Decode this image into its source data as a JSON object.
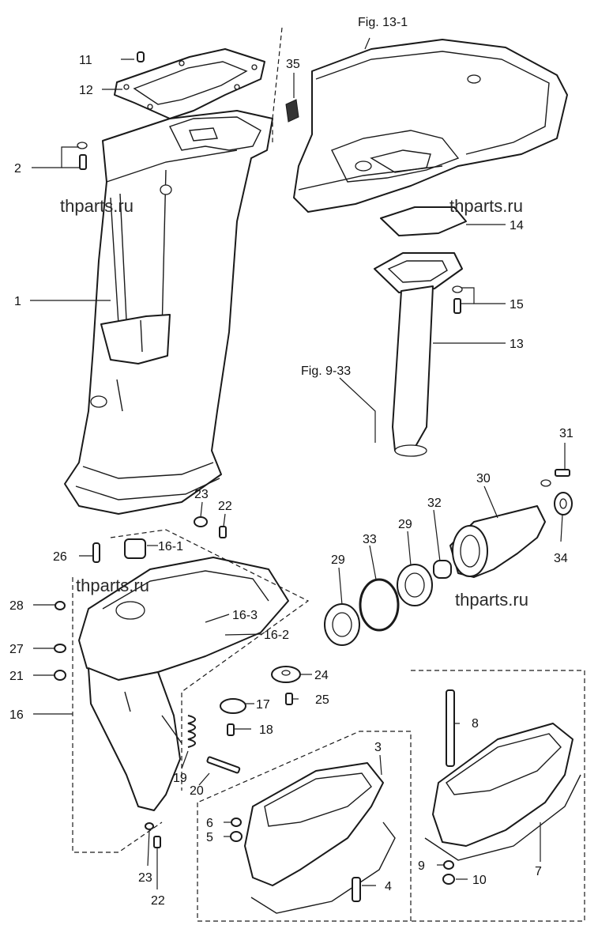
{
  "references": {
    "fig_13_1": "Fig. 13-1",
    "fig_9_33": "Fig. 9-33"
  },
  "watermarks": [
    "thparts.ru",
    "thparts.ru",
    "thparts.ru",
    "thparts.ru"
  ],
  "callouts": {
    "c11": "11",
    "c12": "12",
    "c35": "35",
    "c2": "2",
    "c1": "1",
    "c14": "14",
    "c15": "15",
    "c13": "13",
    "c31": "31",
    "c30": "30",
    "c32": "32",
    "c29a": "29",
    "c33": "33",
    "c29b": "29",
    "c34": "34",
    "c23a": "23",
    "c22a": "22",
    "c26": "26",
    "c16_1": "16-1",
    "c28": "28",
    "c16_3": "16-3",
    "c16_2": "16-2",
    "c27": "27",
    "c21": "21",
    "c24": "24",
    "c17": "17",
    "c25": "25",
    "c16": "16",
    "c18": "18",
    "c19": "19",
    "c20": "20",
    "c3": "3",
    "c8": "8",
    "c6": "6",
    "c5": "5",
    "c23b": "23",
    "c22b": "22",
    "c4": "4",
    "c9": "9",
    "c10": "10",
    "c7": "7"
  }
}
